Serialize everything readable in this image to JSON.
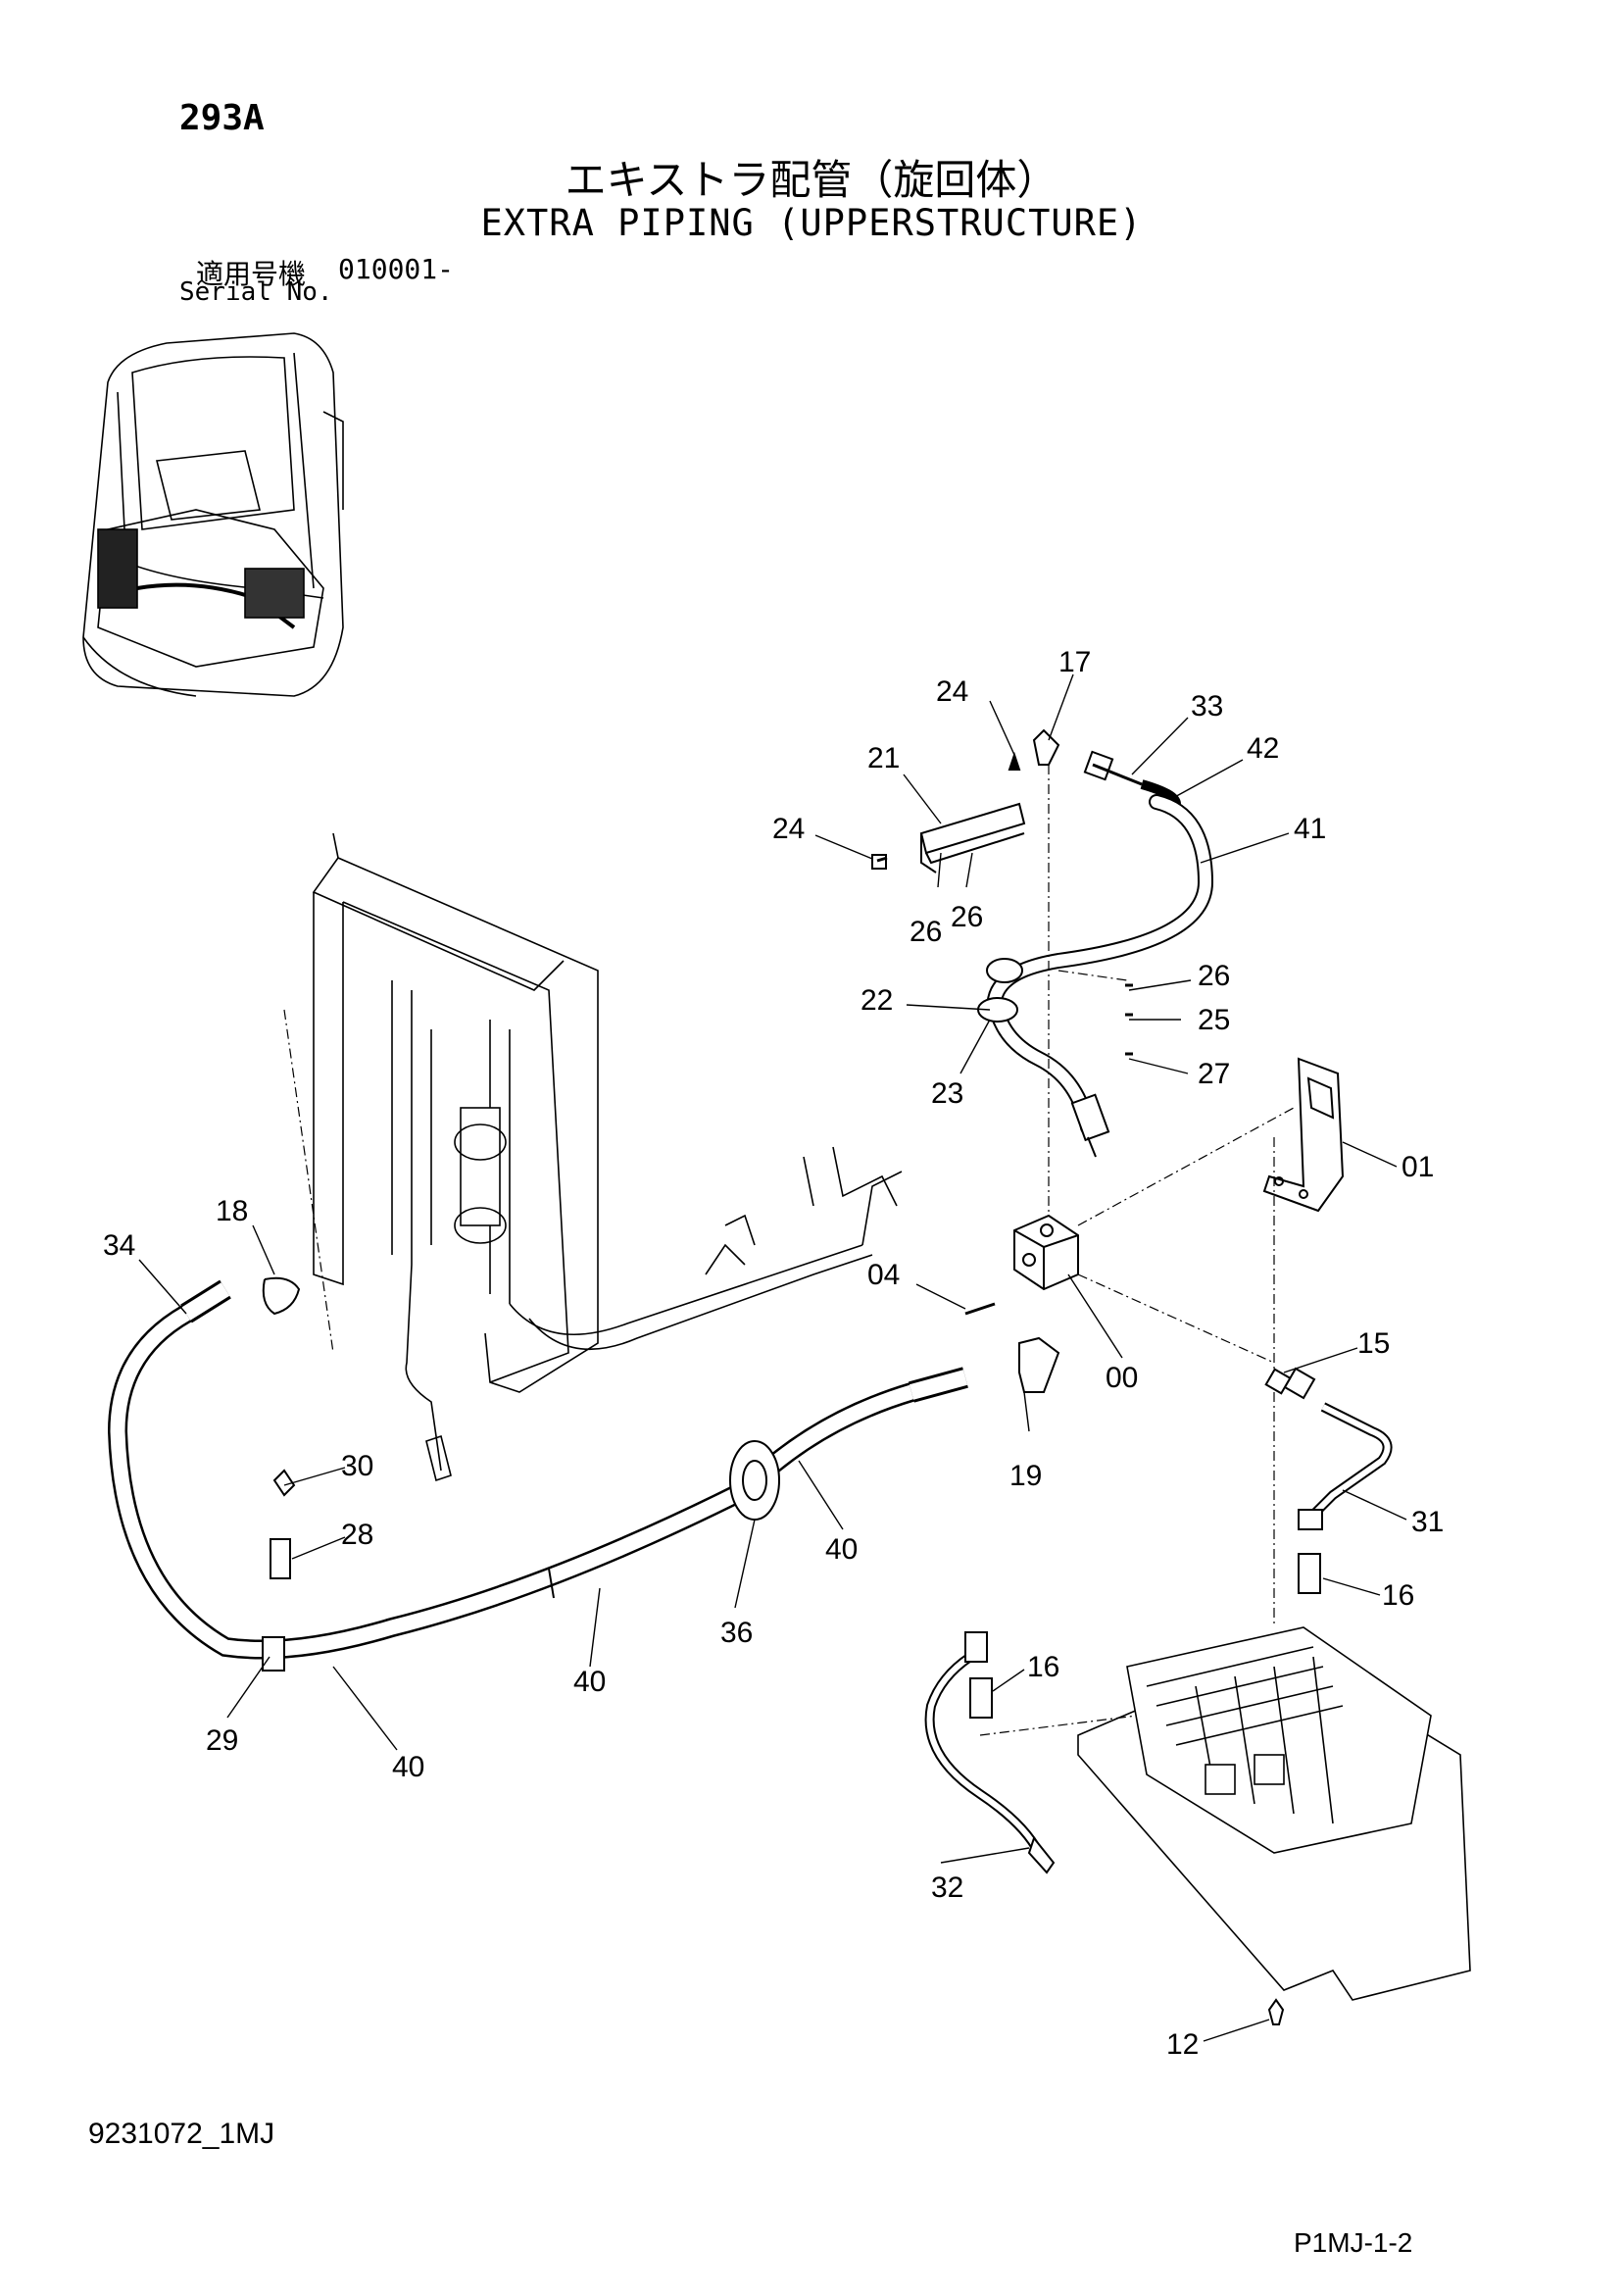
{
  "header": {
    "page_code": "293A",
    "title_ja": "エキストラ配管（旋回体）",
    "title_en": "EXTRA PIPING (UPPERSTRUCTURE)",
    "serial_label_ja": "適用号機",
    "serial_value": "010001-",
    "serial_label_en": "Serial No."
  },
  "footer": {
    "doc_number": "9231072_1MJ",
    "sheet_ref": "P1MJ-1-2"
  },
  "callouts": [
    {
      "id": "c17",
      "text": "17"
    },
    {
      "id": "c24a",
      "text": "24"
    },
    {
      "id": "c33",
      "text": "33"
    },
    {
      "id": "c42",
      "text": "42"
    },
    {
      "id": "c21",
      "text": "21"
    },
    {
      "id": "c41",
      "text": "41"
    },
    {
      "id": "c24b",
      "text": "24"
    },
    {
      "id": "c26a",
      "text": "26"
    },
    {
      "id": "c26b",
      "text": "26"
    },
    {
      "id": "c26c",
      "text": "26"
    },
    {
      "id": "c22",
      "text": "22"
    },
    {
      "id": "c25",
      "text": "25"
    },
    {
      "id": "c27",
      "text": "27"
    },
    {
      "id": "c23",
      "text": "23"
    },
    {
      "id": "c01",
      "text": "01"
    },
    {
      "id": "c18",
      "text": "18"
    },
    {
      "id": "c34",
      "text": "34"
    },
    {
      "id": "c04",
      "text": "04"
    },
    {
      "id": "c00",
      "text": "00"
    },
    {
      "id": "c15",
      "text": "15"
    },
    {
      "id": "c30",
      "text": "30"
    },
    {
      "id": "c19",
      "text": "19"
    },
    {
      "id": "c31",
      "text": "31"
    },
    {
      "id": "c28",
      "text": "28"
    },
    {
      "id": "c40a",
      "text": "40"
    },
    {
      "id": "c16a",
      "text": "16"
    },
    {
      "id": "c36",
      "text": "36"
    },
    {
      "id": "c40b",
      "text": "40"
    },
    {
      "id": "c16b",
      "text": "16"
    },
    {
      "id": "c29",
      "text": "29"
    },
    {
      "id": "c40c",
      "text": "40"
    },
    {
      "id": "c32",
      "text": "32"
    },
    {
      "id": "c12",
      "text": "12"
    }
  ]
}
